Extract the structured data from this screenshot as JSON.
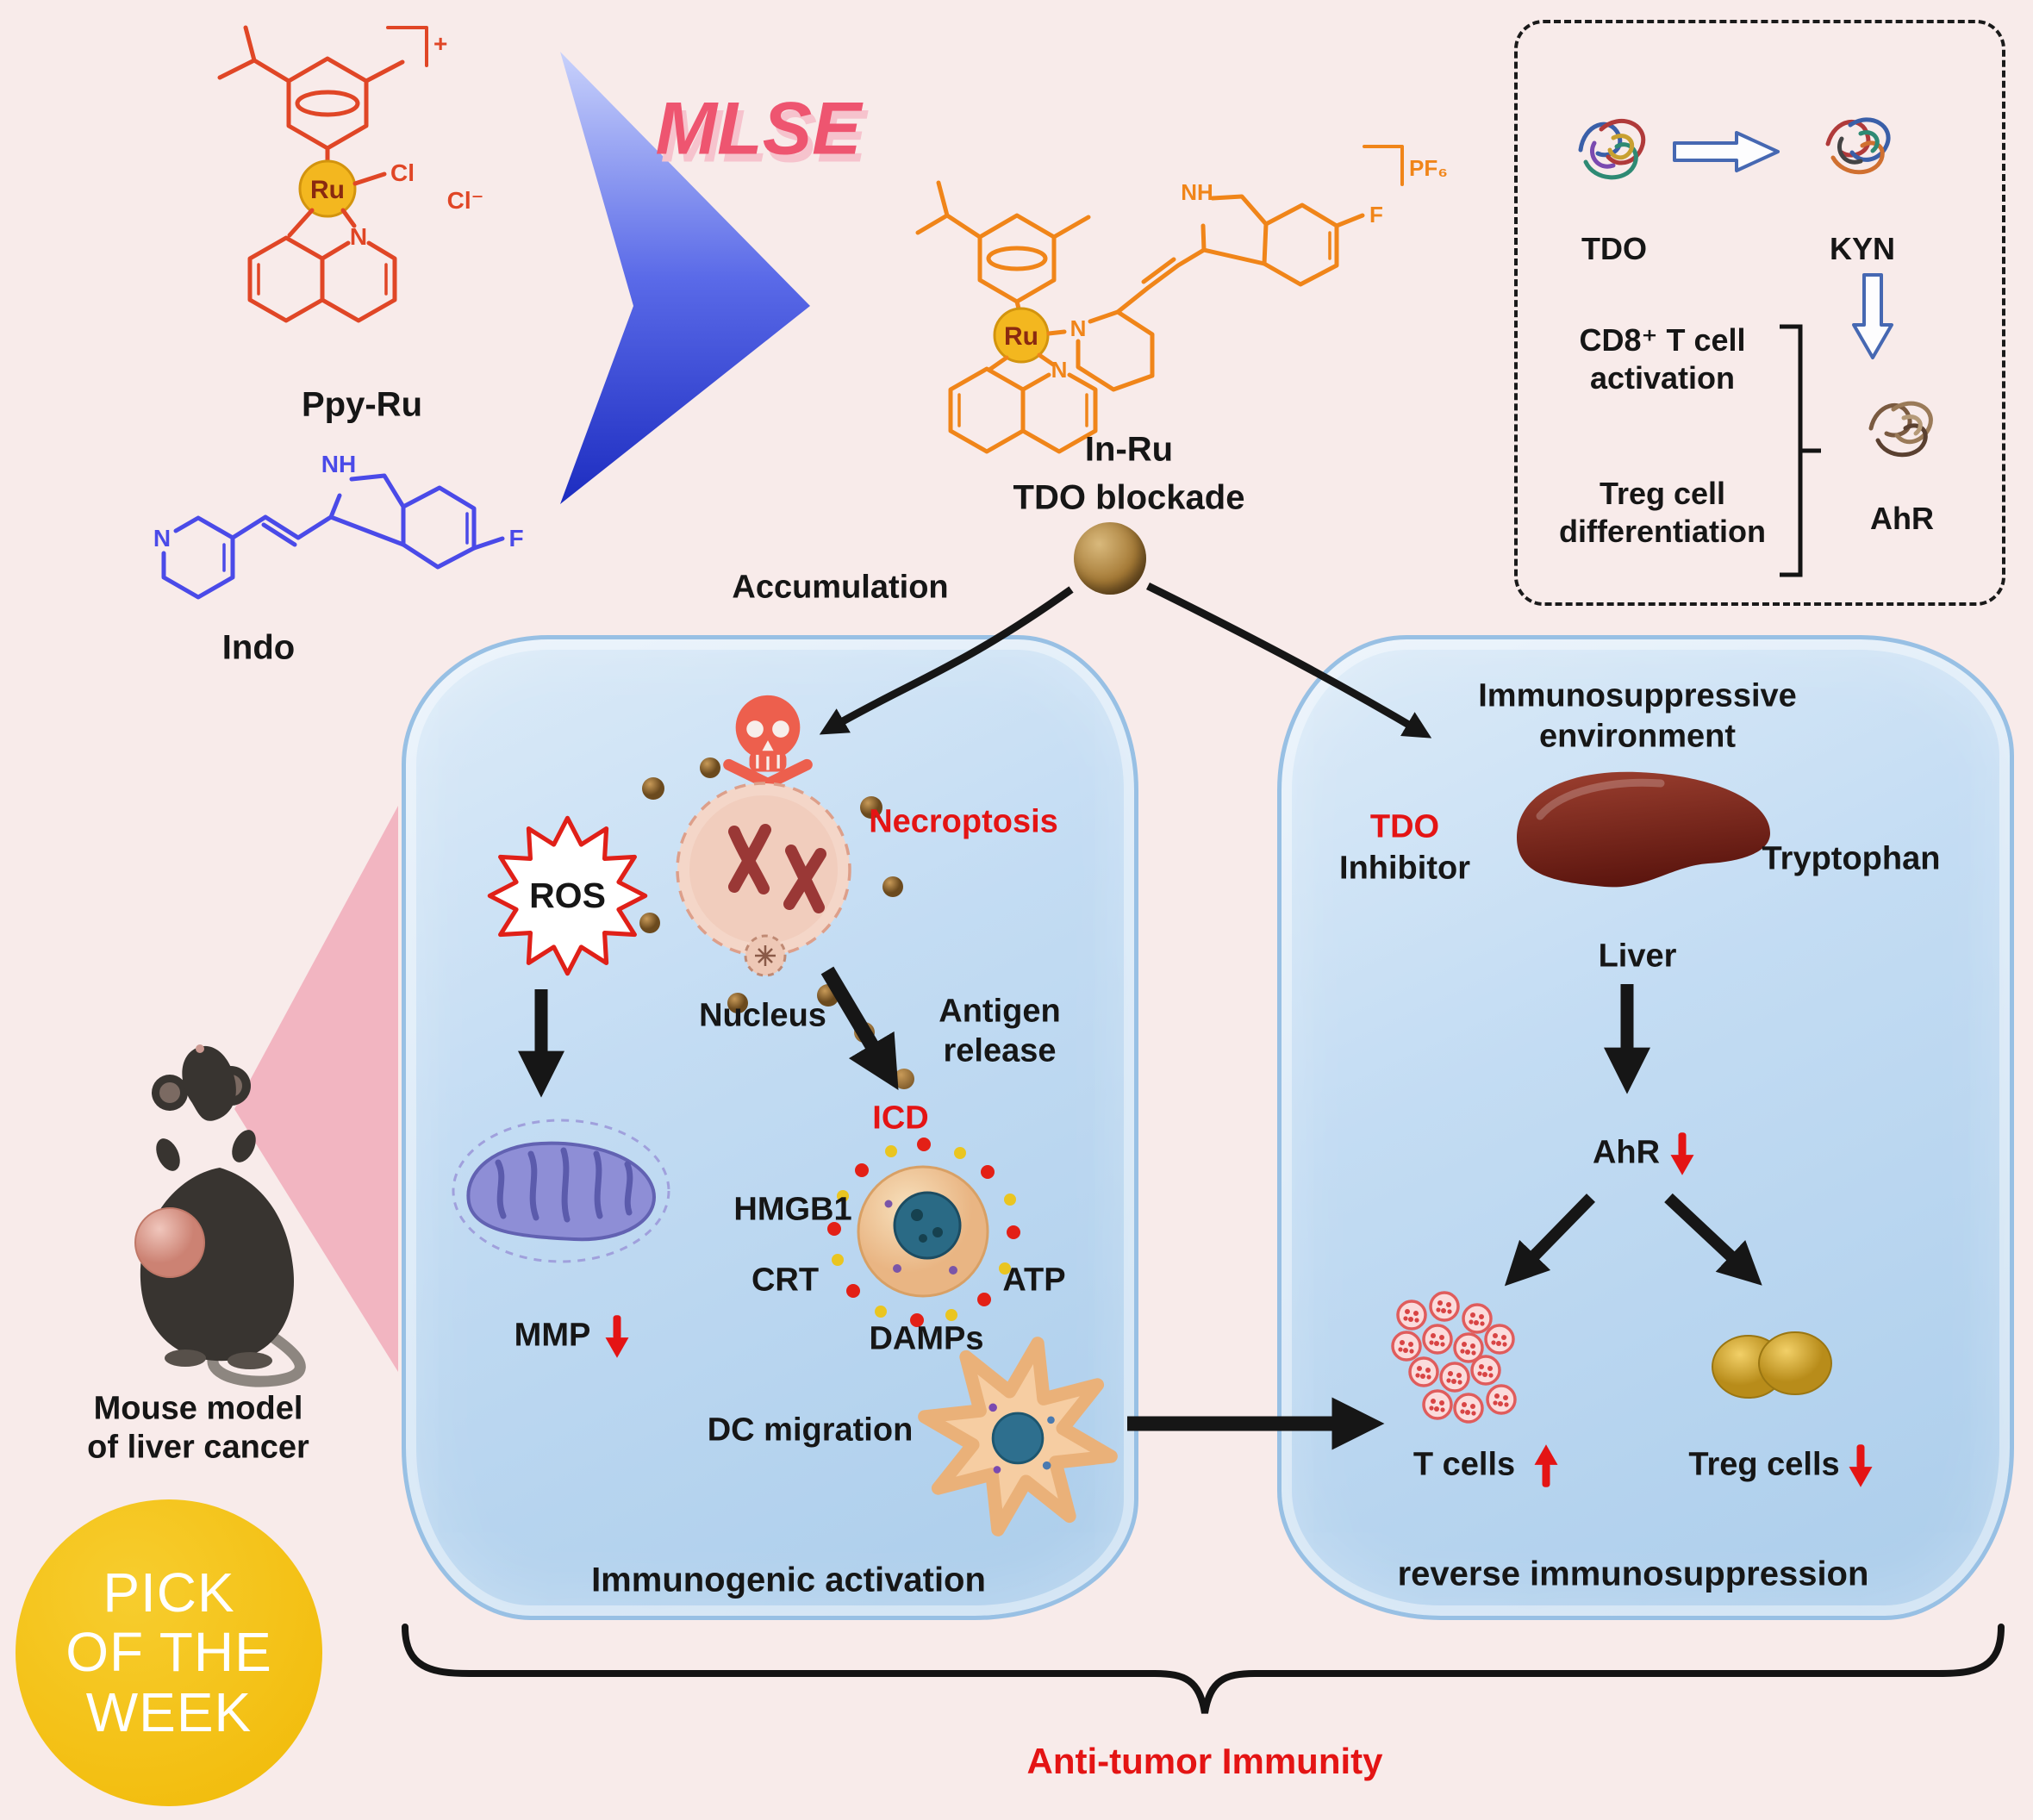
{
  "colors": {
    "background": "#f8ebea",
    "cell_fill": "#bcd7f0",
    "accent_red": "#e41414",
    "structure_red": "#e04626",
    "structure_blue": "#4a4ae8",
    "structure_orange": "#f08519",
    "badge_yellow": "#f1b906",
    "arrow_blue_dark": "#1c2cc0"
  },
  "compounds": {
    "ppy_ru": "Ppy-Ru",
    "indo": "Indo",
    "in_ru": "In-Ru",
    "tdo_blockade": "TDO blockade",
    "mlse": "MLSE"
  },
  "atoms": {
    "ru": "Ru",
    "cl": "Cl",
    "cl_minus": "Cl⁻",
    "plus": "+",
    "n": "N",
    "nh": "NH",
    "f": "F",
    "pf6": "PF₆"
  },
  "tdo_panel": {
    "tdo": "TDO",
    "kyn": "KYN",
    "cd8_line1": "CD8⁺ T cell",
    "cd8_line2": "activation",
    "treg_line1": "Treg cell",
    "treg_line2": "differentiation",
    "ahr": "AhR"
  },
  "accumulation": "Accumulation",
  "left_cell": {
    "necroptosis": "Necroptosis",
    "ros": "ROS",
    "nucleus": "Nucleus",
    "antigen_line1": "Antigen",
    "antigen_line2": "release",
    "icd": "ICD",
    "hmgb1": "HMGB1",
    "crt": "CRT",
    "atp": "ATP",
    "damps": "DAMPs",
    "mmp": "MMP",
    "dc_migration": "DC migration",
    "footer": "Immunogenic activation"
  },
  "right_cell": {
    "env_line1": "Immunosuppressive",
    "env_line2": "environment",
    "tdo": "TDO",
    "inhibitor": "Inhibitor",
    "tryptophan": "Tryptophan",
    "liver": "Liver",
    "ahr": "AhR",
    "t_cells": "T cells",
    "treg_cells": "Treg cells",
    "footer": "reverse immunosuppression"
  },
  "mouse": {
    "line1": "Mouse model",
    "line2": "of liver cancer"
  },
  "badge": {
    "line1": "PICK",
    "line2": "OF THE",
    "line3": "WEEK"
  },
  "bottom_label": "Anti-tumor Immunity"
}
